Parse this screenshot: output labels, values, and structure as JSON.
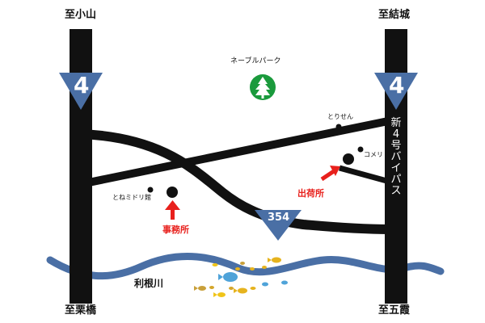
{
  "labels": {
    "north_left": "至小山",
    "north_right": "至結城",
    "south_left": "至栗橋",
    "south_right": "至五霞",
    "park": "ネーブルパーク",
    "torisen": "とりせん",
    "komeri": "コメリ",
    "tone_midori": "とねミドリ館",
    "office": "事務所",
    "shipping": "出荷所",
    "river": "利根川",
    "bypass": "新4号バイパス"
  },
  "routes": {
    "route4_left": "4",
    "route4_right": "4",
    "route354": "354"
  },
  "colors": {
    "road": "#111111",
    "shield": "#4a6fa5",
    "river": "#4a6fa5",
    "park": "#1a9a3c",
    "arrow": "#e8201c"
  }
}
